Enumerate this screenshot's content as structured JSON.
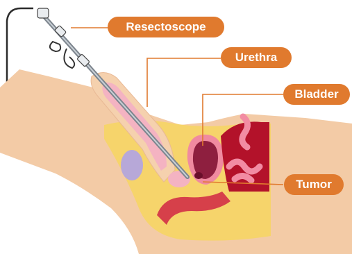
{
  "colors": {
    "callout_fill": "#E07A2E",
    "leader_line": "#E07A2E",
    "skin": "#F3CBA6",
    "fat_layer": "#F6D46B",
    "bladder_wall": "#F08AA0",
    "bladder_lumen": "#8E1F3F",
    "organ_dark": "#B3122A",
    "intestine": "#F28CA3",
    "prostate_pink": "#F4B3C2",
    "testis_lavender": "#B7A8D8",
    "rectum": "#D6404A",
    "instrument_steel": "#9AA3AD"
  },
  "labels": {
    "resectoscope": "Resectoscope",
    "urethra": "Urethra",
    "bladder": "Bladder",
    "tumor": "Tumor"
  },
  "icons": {
    "instrument": "resectoscope-icon"
  }
}
